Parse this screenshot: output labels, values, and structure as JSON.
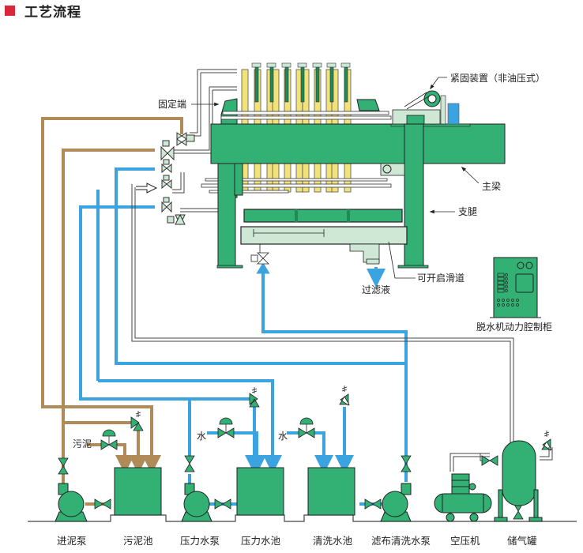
{
  "header": {
    "title": "工艺流程",
    "marker_color": "#d9263a"
  },
  "colors": {
    "equipment_green": "#33b074",
    "dark_green": "#1f8a55",
    "plate_yellow": "#f2e27a",
    "sludge_pipe": "#b08a57",
    "water_pipe": "#3aa3e0",
    "air_pipe": "#555555",
    "light_green": "#cfe8d6"
  },
  "press_labels": {
    "fixed_end": "固定端",
    "clamping_device": "紧固装置（非油压式）",
    "main_beam": "主梁",
    "support_leg": "支腿",
    "sliding_tray": "可开启滑道",
    "filtrate": "过滤液",
    "control_cabinet": "脱水机动力腔制柜"
  },
  "inline_labels": {
    "sludge_inlet": "污泥",
    "water_inlet_1": "水",
    "water_inlet_2": "水"
  },
  "equipment": [
    {
      "id": "sludge-feed-pump",
      "label": "进泥泵"
    },
    {
      "id": "sludge-tank",
      "label": "污泥池"
    },
    {
      "id": "pressure-water-pump",
      "label": "压力水泵"
    },
    {
      "id": "pressure-water-tank",
      "label": "压力水池"
    },
    {
      "id": "wash-water-tank",
      "label": "清洗水池"
    },
    {
      "id": "cloth-wash-pump",
      "label": "滤布清洗水泵"
    },
    {
      "id": "air-compressor",
      "label": "空压机"
    },
    {
      "id": "air-receiver",
      "label": "储气罐"
    }
  ]
}
